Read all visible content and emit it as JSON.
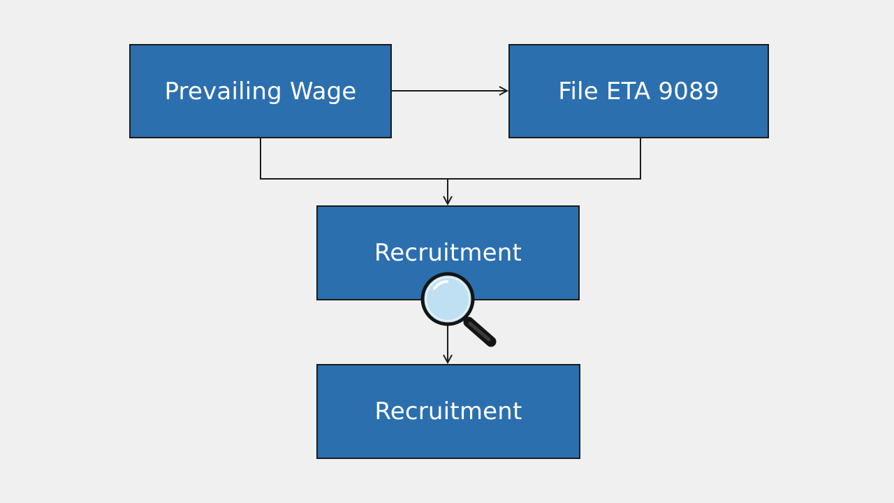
{
  "boxes": {
    "prevailing_wage": "Prevailing Wage",
    "file_eta": "File ETA 9089",
    "recruitment_1": "Recruitment",
    "recruitment_2": "Recruitment"
  },
  "colors": {
    "box_fill": "#2b6faf",
    "box_border": "#1b1b1b",
    "connector": "#1b1b1b",
    "background": "#f0f0f0",
    "magnifier_lens": "#bfe0f2"
  },
  "icons": {
    "magnifier": "magnifying-glass-icon"
  }
}
